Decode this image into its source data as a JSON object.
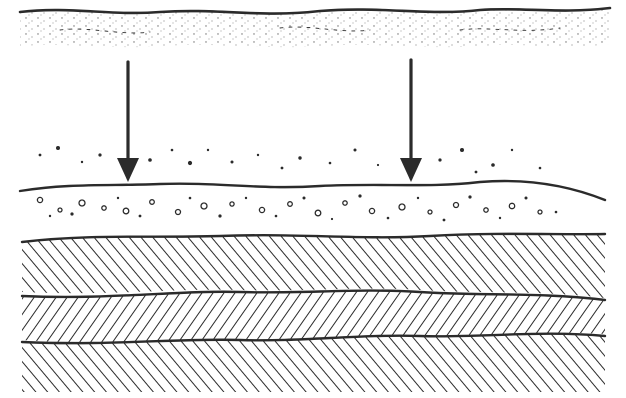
{
  "diagram": {
    "kind": "geological cross-section sketch",
    "ink_color": "#2b2b2b",
    "paper_color": "#ffffff",
    "layers": [
      "sky-sediment-band",
      "loose-sediment-layer",
      "upper-hatched-rock-layer",
      "middle-hatched-rock-layer",
      "lower-hatched-rock-layer"
    ],
    "arrow_count": 2,
    "arrow_direction": "down",
    "hatch_directions": [
      "backslash",
      "forward-slash",
      "backslash"
    ],
    "text_labels": []
  }
}
